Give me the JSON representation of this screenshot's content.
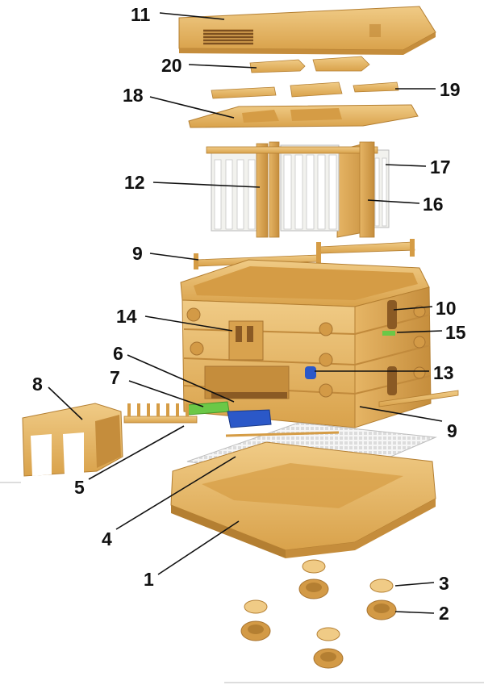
{
  "diagram": {
    "parts": [
      {
        "id": "p11",
        "label": "11"
      },
      {
        "id": "p20",
        "label": "20"
      },
      {
        "id": "p19",
        "label": "19"
      },
      {
        "id": "p18",
        "label": "18"
      },
      {
        "id": "p17",
        "label": "17"
      },
      {
        "id": "p12",
        "label": "12"
      },
      {
        "id": "p16",
        "label": "16"
      },
      {
        "id": "p9a",
        "label": "9"
      },
      {
        "id": "p10",
        "label": "10"
      },
      {
        "id": "p14",
        "label": "14"
      },
      {
        "id": "p15",
        "label": "15"
      },
      {
        "id": "p6",
        "label": "6"
      },
      {
        "id": "p13",
        "label": "13"
      },
      {
        "id": "p8",
        "label": "8"
      },
      {
        "id": "p7",
        "label": "7"
      },
      {
        "id": "p9b",
        "label": "9"
      },
      {
        "id": "p5",
        "label": "5"
      },
      {
        "id": "p4",
        "label": "4"
      },
      {
        "id": "p1",
        "label": "1"
      },
      {
        "id": "p3",
        "label": "3"
      },
      {
        "id": "p2",
        "label": "2"
      }
    ]
  },
  "colors": {
    "wood": "#e3b25f",
    "wood_light": "#f0cb86",
    "wood_dark": "#b47f32",
    "vent": "#8a5a24",
    "frame_white": "#f2f2ee",
    "blue_plug": "#2b58c8",
    "green_plug": "#6bc847",
    "grid": "#ececec",
    "line": "#111111"
  }
}
